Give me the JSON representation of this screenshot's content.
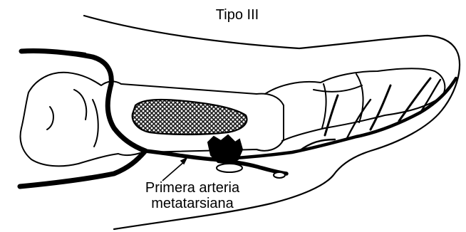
{
  "figure": {
    "title": "Tipo III",
    "artery_label_line1": "Primera arteria",
    "artery_label_line2": "metatarsiana"
  },
  "colors": {
    "ink": "#000000",
    "background": "#ffffff",
    "stipple": "#3a3a3a"
  }
}
